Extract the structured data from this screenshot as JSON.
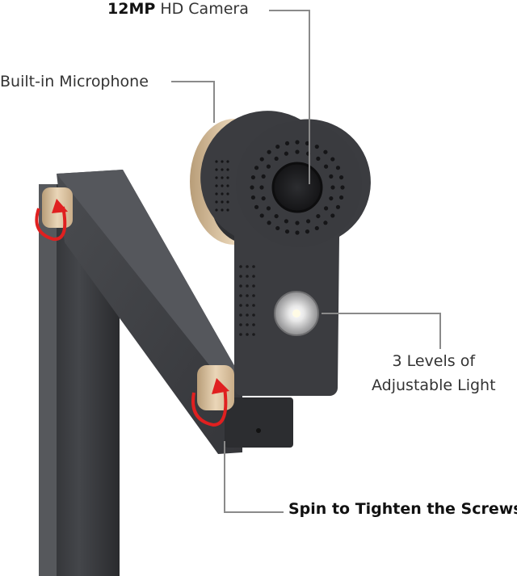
{
  "labels": {
    "camera_bold": "12MP",
    "camera_rest": " HD Camera",
    "microphone": "Built-in Microphone",
    "light_line1": "3 Levels of",
    "light_line2": "Adjustable  Light",
    "screws": "Spin to Tighten the Screws"
  },
  "colors": {
    "body": "#3a3b3e",
    "body_dark": "#26272a",
    "knob": "#d9c2a2",
    "arrow": "#e02020",
    "callout": "#8a8a8a"
  }
}
